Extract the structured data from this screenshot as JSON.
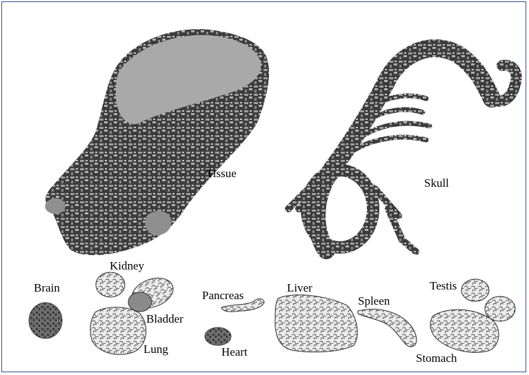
{
  "labels": {
    "tissue": "Tissue",
    "skull": "Skull",
    "kidney": "Kidney",
    "brain": "Brain",
    "pancreas": "Pancreas",
    "liver": "Liver",
    "spleen": "Spleen",
    "testis": "Testis",
    "bladder": "Bladder",
    "lung": "Lung",
    "heart": "Heart",
    "stomach": "Stomach"
  },
  "colors": {
    "frame": "#2f4f8f",
    "surface_light": "#a9a9a9",
    "surface_dark": "#3a3a3a",
    "organ_fill": "#e9e9e9",
    "organ_edge": "#2a2a2a"
  }
}
